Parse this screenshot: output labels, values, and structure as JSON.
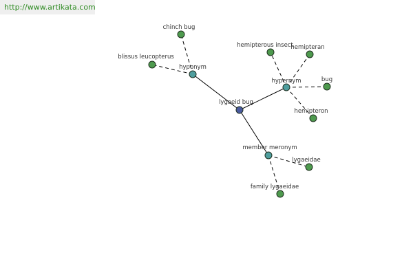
{
  "banner": {
    "text": "http://www.artikata.com"
  },
  "colors": {
    "root_node": "#4a5a9e",
    "relation_node": "#4f9e9e",
    "leaf_node": "#4e9a4e",
    "edge": "#000000"
  },
  "diagram": {
    "nodes": [
      {
        "id": "root",
        "label": "lygaeid bug",
        "kind": "root"
      },
      {
        "id": "hyponym",
        "label": "hyponym",
        "kind": "relation"
      },
      {
        "id": "hypernym",
        "label": "hypernym",
        "kind": "relation"
      },
      {
        "id": "member_meronym",
        "label": "member meronym",
        "kind": "relation"
      },
      {
        "id": "chinch_bug",
        "label": "chinch bug",
        "kind": "leaf"
      },
      {
        "id": "blissus",
        "label": "blissus leucopterus",
        "kind": "leaf"
      },
      {
        "id": "hemipterous_insect",
        "label": "hemipterous insect",
        "kind": "leaf"
      },
      {
        "id": "hemipteran",
        "label": "hemipteran",
        "kind": "leaf"
      },
      {
        "id": "bug",
        "label": "bug",
        "kind": "leaf"
      },
      {
        "id": "hemipteron",
        "label": "hemipteron",
        "kind": "leaf"
      },
      {
        "id": "lygaeidae",
        "label": "lygaeidae",
        "kind": "leaf"
      },
      {
        "id": "family_lygaeidae",
        "label": "family lygaeidae",
        "kind": "leaf"
      }
    ],
    "edges": [
      {
        "from": "root",
        "to": "hyponym",
        "style": "solid"
      },
      {
        "from": "root",
        "to": "hypernym",
        "style": "solid"
      },
      {
        "from": "root",
        "to": "member_meronym",
        "style": "solid"
      },
      {
        "from": "hyponym",
        "to": "chinch_bug",
        "style": "dashed"
      },
      {
        "from": "hyponym",
        "to": "blissus",
        "style": "dashed"
      },
      {
        "from": "hypernym",
        "to": "hemipterous_insect",
        "style": "dashed"
      },
      {
        "from": "hypernym",
        "to": "hemipteran",
        "style": "dashed"
      },
      {
        "from": "hypernym",
        "to": "bug",
        "style": "dashed"
      },
      {
        "from": "hypernym",
        "to": "hemipteron",
        "style": "dashed"
      },
      {
        "from": "member_meronym",
        "to": "lygaeidae",
        "style": "dashed"
      },
      {
        "from": "member_meronym",
        "to": "family_lygaeidae",
        "style": "dashed"
      }
    ]
  }
}
